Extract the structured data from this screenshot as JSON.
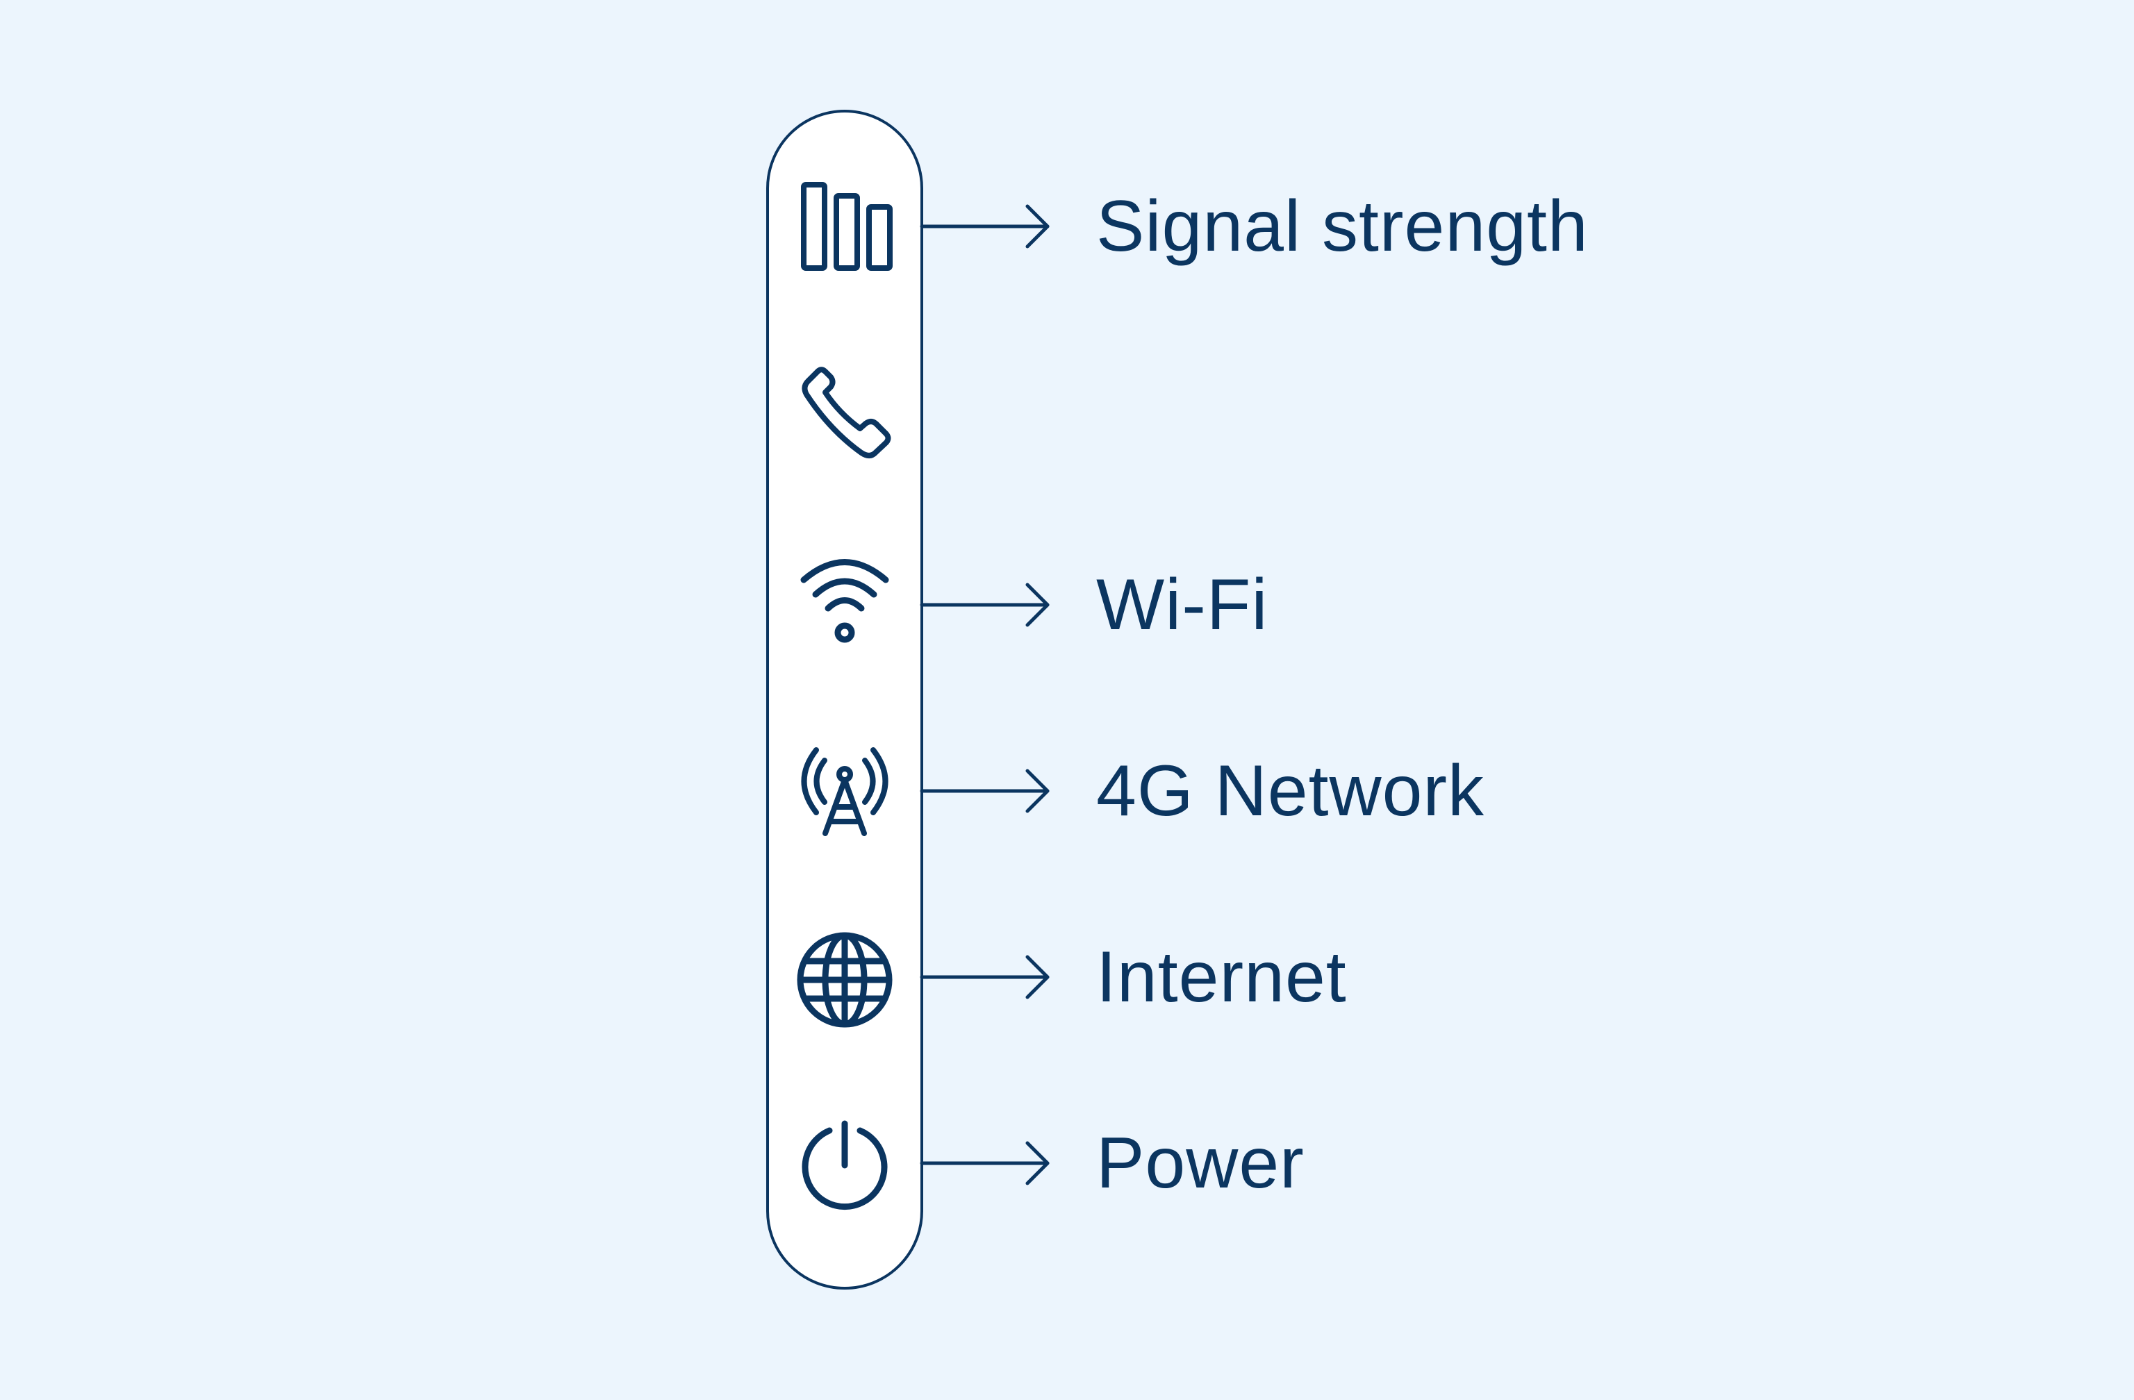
{
  "colors": {
    "background": "#ecf5fd",
    "ink": "#0b3560",
    "panel": "#ffffff"
  },
  "indicators": [
    {
      "icon": "signal-bars-icon",
      "label": "Signal strength"
    },
    {
      "icon": "phone-icon",
      "label": ""
    },
    {
      "icon": "wifi-icon",
      "label": "Wi-Fi"
    },
    {
      "icon": "antenna-tower-icon",
      "label": "4G Network"
    },
    {
      "icon": "globe-icon",
      "label": "Internet"
    },
    {
      "icon": "power-icon",
      "label": "Power"
    }
  ]
}
